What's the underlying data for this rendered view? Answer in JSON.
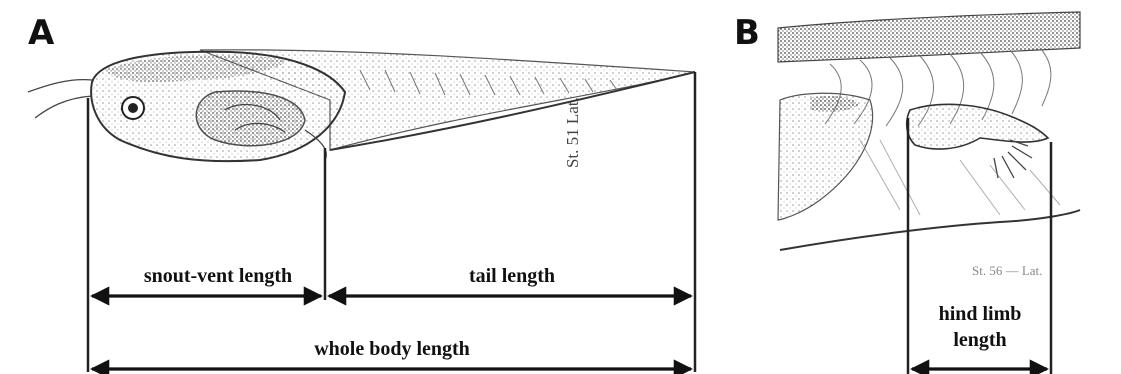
{
  "panels": {
    "a": {
      "letter": "A",
      "stage_label": "St. 51 Lat.",
      "measurements": {
        "snout_vent": "snout-vent length",
        "tail": "tail length",
        "whole_body": "whole body length"
      }
    },
    "b": {
      "letter": "B",
      "stage_label": "St. 56 — Lat.",
      "measurements": {
        "hind_limb_line1": "hind limb",
        "hind_limb_line2": "length"
      }
    }
  },
  "colors": {
    "line": "#111111",
    "specimen": "#333333",
    "background": "#ffffff"
  }
}
